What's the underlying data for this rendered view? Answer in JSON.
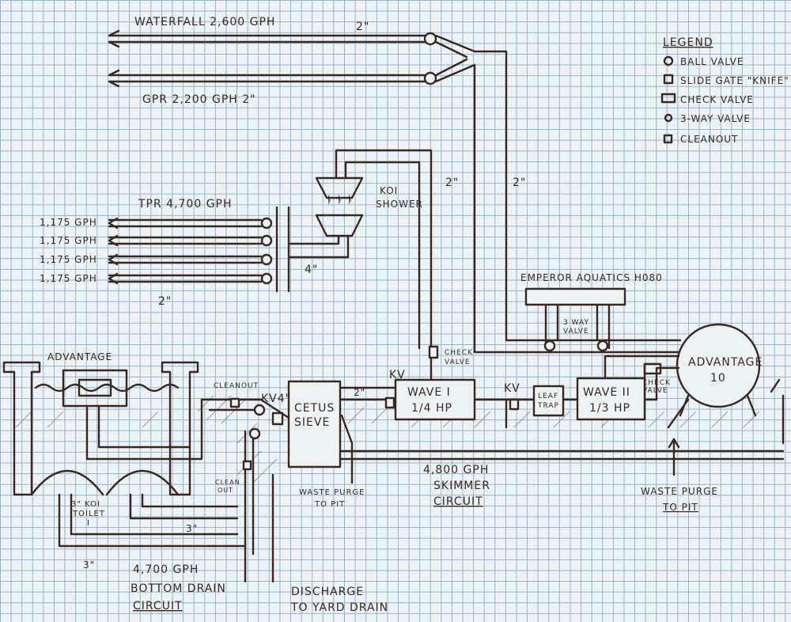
{
  "title_lines": {
    "waterfall": "WATERFALL 2,600 GPH",
    "waterfall_size": "2\"",
    "gpr": "GPR 2,200 GPH 2\""
  },
  "legend": {
    "title": "LEGEND",
    "items": [
      {
        "icon": "ball-valve",
        "label": "BALL VALVE"
      },
      {
        "icon": "slide-gate-valve",
        "label": "SLIDE GATE \"KNIFE\" V"
      },
      {
        "icon": "check-valve",
        "label": "CHECK VALVE"
      },
      {
        "icon": "3-way-valve",
        "label": "3-WAY VALVE"
      },
      {
        "icon": "cleanout",
        "label": "CLEANOUT"
      }
    ]
  },
  "tpr": {
    "title": "TPR 4,700 GPH",
    "outlets": [
      "1,175 GPH",
      "1,175 GPH",
      "1,175 GPH",
      "1,175 GPH"
    ],
    "pipe_size": "2\"",
    "manifold_size": "4\""
  },
  "koi_shower": {
    "label_1": "KOI",
    "label_2": "SHOWER",
    "pipe_size": "2\""
  },
  "return_pipe_size": "2\"",
  "emperor": "EMPEROR AQUATICS H080",
  "three_way": {
    "line1": "3 WAY",
    "line2": "VALVE"
  },
  "check_valve_1": {
    "line1": "CHECK",
    "line2": "VALVE"
  },
  "check_valve_2": {
    "line1": "CHECK",
    "line2": "VALVE"
  },
  "advantage_10": {
    "line1": "ADVANTAGE",
    "line2": "10"
  },
  "advantage_left": "ADVANTAGE",
  "cleanout_top": "CLEANOUT",
  "cleanout_bottom": {
    "line1": "CLEAN",
    "line2": "OUT"
  },
  "kv4": "KV4\"",
  "cetus": {
    "line1": "CETUS",
    "line2": "SIEVE"
  },
  "sieve_out_size": "2\"",
  "kv_1": "KV",
  "kv_2": "KV",
  "wave1": {
    "line1": "WAVE I",
    "line2": "1/4 HP"
  },
  "leaf_trap": {
    "line1": "LEAF",
    "line2": "TRAP"
  },
  "wave2": {
    "line1": "WAVE II",
    "line2": "1/3 HP"
  },
  "koi_toilet": {
    "line1": "3\" KOI",
    "line2": "TOILET",
    "line3": "I"
  },
  "pipe_3in_a": "3\"",
  "pipe_3in_b": "3\"",
  "bottom_drain": {
    "line1": "4,700 GPH",
    "line2": "BOTTOM DRAIN",
    "line3": "CIRCUIT"
  },
  "discharge": {
    "line1": "DISCHARGE",
    "line2": "TO YARD DRAIN"
  },
  "waste_purge_mid": {
    "line1": "WASTE PURGE",
    "line2": "TO PIT"
  },
  "skimmer": {
    "line1": "4,800 GPH",
    "line2": "SKIMMER",
    "line3": "CIRCUIT"
  },
  "waste_purge_right": {
    "line1": "WASTE PURGE",
    "line2": "TO PIT"
  }
}
